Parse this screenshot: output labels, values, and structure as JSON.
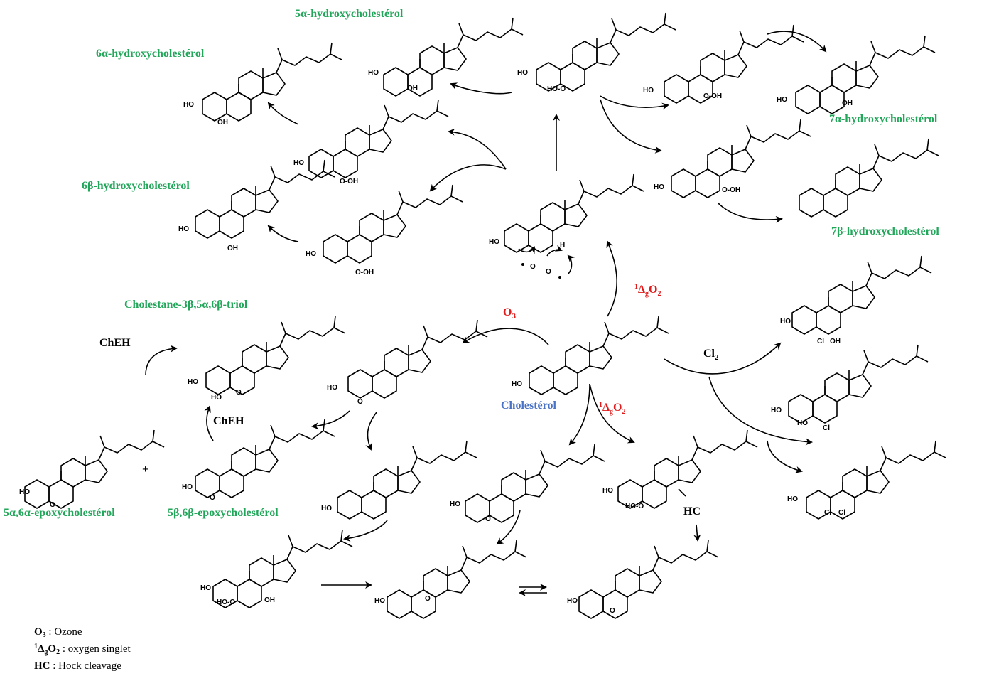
{
  "labels": {
    "hydroxy_5a": "5α-hydroxycholestérol",
    "hydroxy_6a": "6α-hydroxycholestérol",
    "hydroxy_6b": "6β-hydroxycholestérol",
    "hydroxy_7a": "7α-hydroxycholestérol",
    "hydroxy_7b": "7β-hydroxycholestérol",
    "triol": "Cholestane-3β,5α,6β-triol",
    "epoxy_5a6a": "5α,6α-epoxycholestérol",
    "epoxy_5b6b": "5β,6β-epoxycholestérol",
    "cholesterol": "Cholestérol"
  },
  "reagents": {
    "o3": "O",
    "o3_sub": "3",
    "singlet_pre": "1",
    "singlet_delta": "Δ",
    "singlet_sub_g": "g",
    "singlet_o": "O",
    "singlet_sub_2": "2",
    "cl2": "Cl",
    "cl2_sub": "2",
    "cheh": "ChEH",
    "hc": "HC",
    "plus": "+"
  },
  "atoms": {
    "ho": "HO",
    "oh": "OH",
    "ooh": "O-OH",
    "hoo": "HO-O",
    "o": "O",
    "cl": "Cl",
    "h": "H"
  },
  "legend": [
    {
      "term": "O",
      "sub": "3",
      "text": " : Ozone"
    },
    {
      "term": "1ΔgO2",
      "text": " : oxygen singlet"
    },
    {
      "term": "HC",
      "text": " : Hock cleavage"
    }
  ],
  "colors": {
    "product_label": "#22a65a",
    "reagent_label": "#e01b1b",
    "cholesterol_label": "#4a72c4",
    "ink": "#000000"
  }
}
